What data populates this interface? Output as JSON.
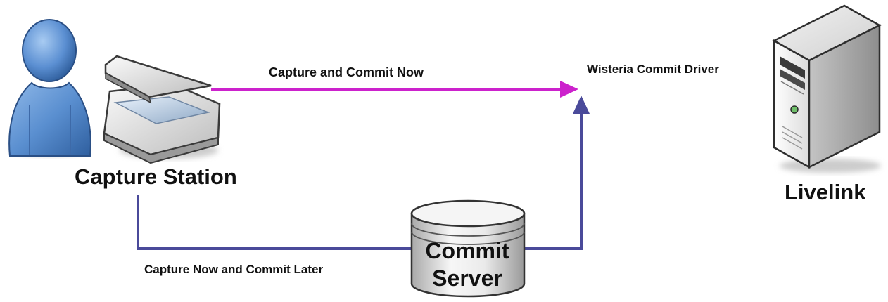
{
  "diagram": {
    "nodes": {
      "capture_station": {
        "label": "Capture Station",
        "icons": [
          "user-icon",
          "scanner-icon"
        ]
      },
      "commit_server": {
        "label": "Commit Server",
        "icon": "database-icon"
      },
      "livelink": {
        "label": "Livelink",
        "icon": "server-tower-icon"
      }
    },
    "edges": {
      "direct": {
        "label": "Capture and Commit Now",
        "color": "#cc22cc"
      },
      "deferred": {
        "label": "Capture Now and Commit Later",
        "color": "#4a4a9a"
      },
      "driver": {
        "label": "Wisteria Commit Driver"
      }
    }
  }
}
